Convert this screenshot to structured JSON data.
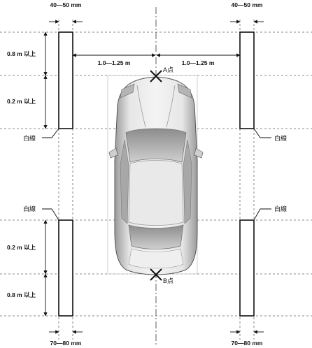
{
  "labels": {
    "top_width": "40—50 mm",
    "bottom_width": "70—80 mm",
    "front_offset": "1.0—1.25 m",
    "rear_offset": "0.2 m 以上",
    "inner_offset": "0.8 m 以上",
    "point_a": "A点",
    "point_b": "B点",
    "white_line": "白線"
  },
  "colors": {
    "line": "#111111",
    "guide": "#666666",
    "car_body": "#d9d9d9",
    "car_glass": "#bfbfbf"
  }
}
